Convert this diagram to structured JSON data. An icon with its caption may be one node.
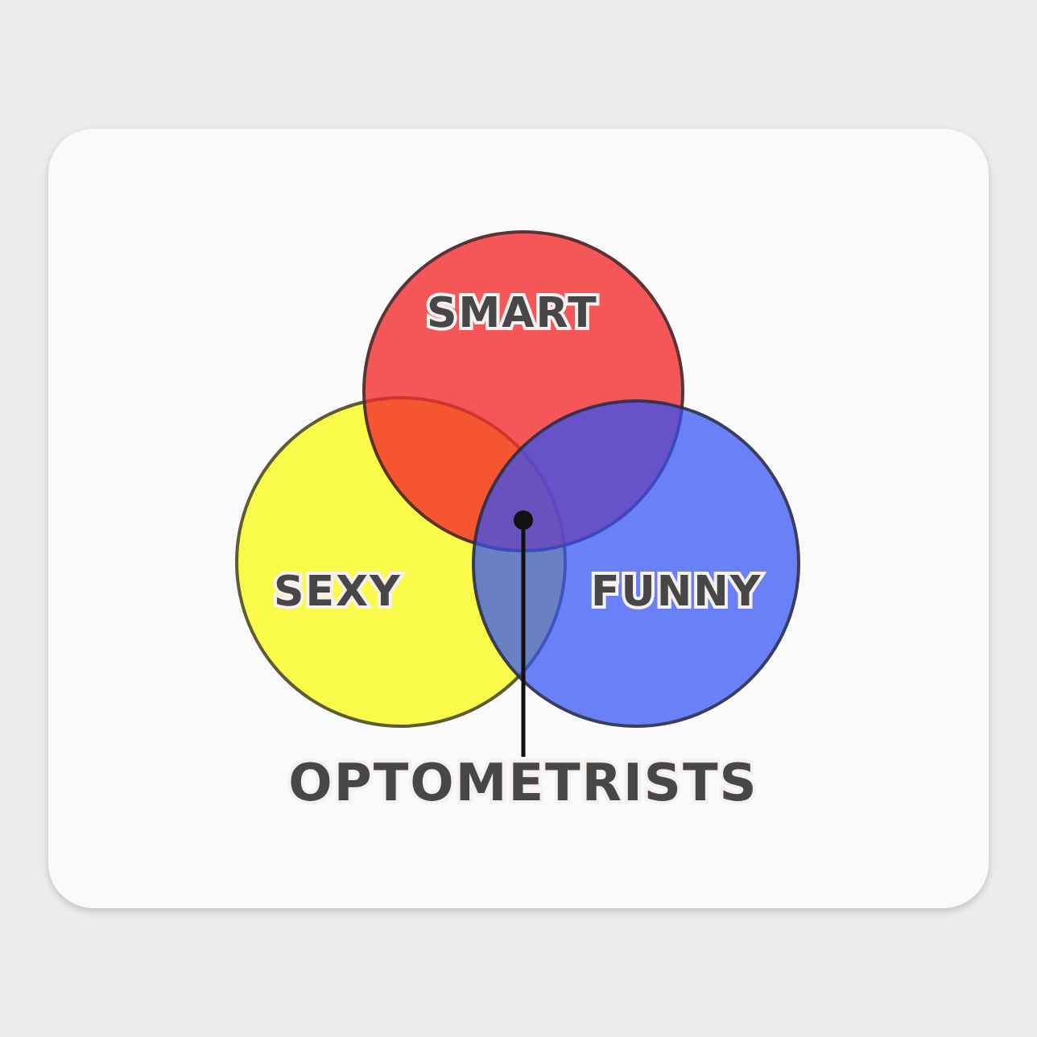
{
  "diagram": {
    "nodes": [
      {
        "text": [
          "SMART"
        ]
      },
      {
        "text": [
          "SEXY"
        ]
      },
      {
        "text": [
          "FUNNY"
        ]
      },
      {
        "text": [
          "OPTOMETRISTS"
        ]
      },
      {
        "text": [],
        "shape": "circle"
      }
    ],
    "edges": [
      {
        "from": 3,
        "to": 4,
        "arrow": "none"
      }
    ]
  }
}
